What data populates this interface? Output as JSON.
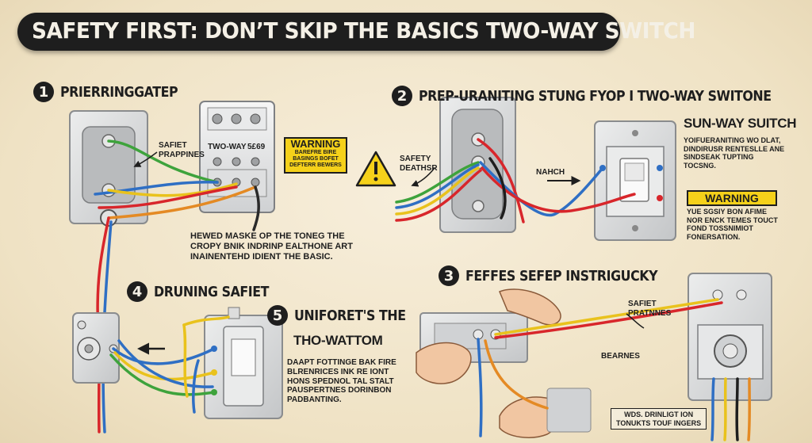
{
  "title": "SAFETY FIRST: DON’T SKIP THE BASICS TWO-WAY SWITCH",
  "steps": [
    {
      "num": "1",
      "label": "PRIERRINGGATEP"
    },
    {
      "num": "2",
      "label": "PREP-URANITING STUNG FYOP I TWO-WAY SWITONE"
    },
    {
      "num": "3",
      "label": "FEFFES SEFEP INSTRIGUCKY"
    },
    {
      "num": "4",
      "label": "DRUNING SAFIET"
    },
    {
      "num": "5",
      "label": "UNIFORET'S THE"
    }
  ],
  "panel1": {
    "callout": "SAFIET\nPRAPPINES",
    "device_label": "TWO-WAY",
    "device_code": "5£69",
    "warning_title": "WARNING",
    "warning_body": "BAREFRE BIRE\nBASINGS BOFET\nDEFTERR BEWERS",
    "caption": "HEWED MASKE OP THE TONEG THE\nCROPY BNIK INDRINP EALTHONE ART\nINAINENTEHD IDIENT THE BASIC."
  },
  "panel2": {
    "callout": "SAFETY\nDEATHSR",
    "arrow_label": "NAHCH",
    "side_heading": "SUN-WAY SUITCH",
    "side_body": "YOIFUERANITING WO DLAT,\nDINDIRUSR RENTESLLE ANE\nSINDSEAK TUPTING\nTOCSNG.",
    "warning_title": "WARNING",
    "warning_body": "YUE SGSIY BON AFIME\nNOR ENCK TEMES TOUCT\nFOND TOSSNIMIOT\nFONERSATION."
  },
  "panel3": {
    "callout1": "SAFIET\nPRATNNES",
    "callout2": "BEARNES",
    "tag": "WDS. DRINLIGT ION\nTONUKTS TOUF INGERS"
  },
  "panel5": {
    "sub": "THO-WATTOM",
    "body": "DAAPT FOTTINGE BAK FIRE\nBLRENRICES INK RE IONT\nHONS SPEDNOL TAL STALT\nPAUSPERTNES DORINBON\nPADBANTING."
  },
  "colors": {
    "background": "#f3e8cf",
    "title_bar": "#1e1e1e",
    "warning": "#f5d11a",
    "wire_red": "#d8262b",
    "wire_blue": "#2f6fc4",
    "wire_yellow": "#e9c21c",
    "wire_green": "#3ea33c",
    "plate": "#d9dadb"
  }
}
